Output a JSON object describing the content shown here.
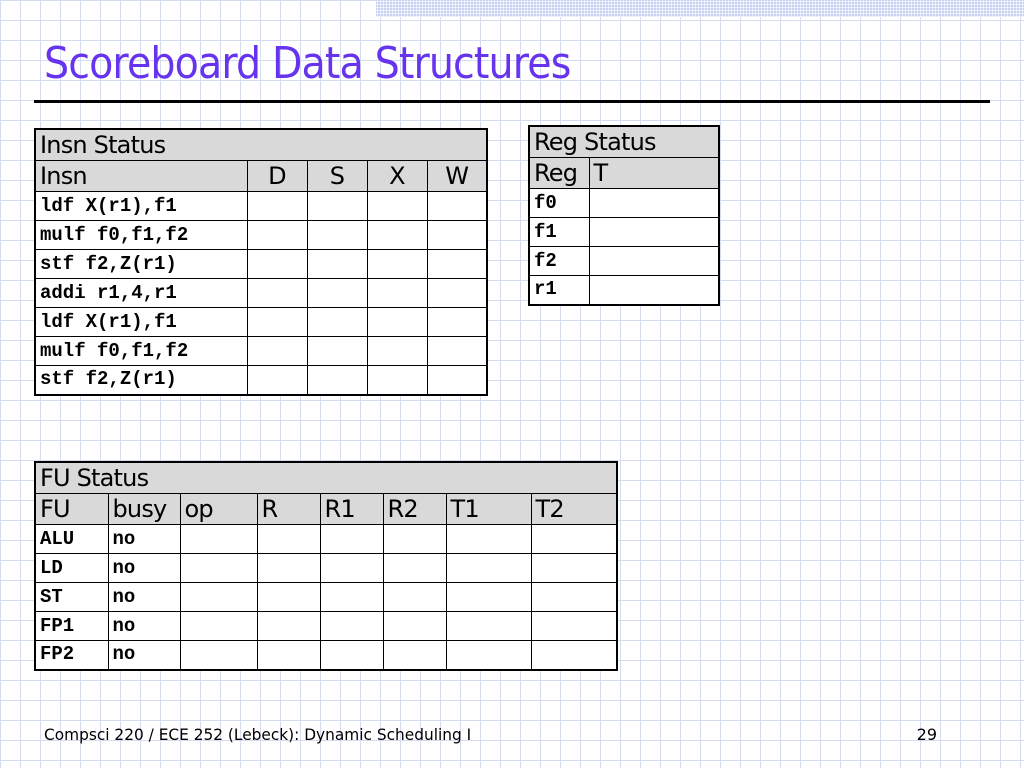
{
  "slide": {
    "title": "Scoreboard Data Structures",
    "footer": "Compsci 220 / ECE 252 (Lebeck): Dynamic Scheduling I",
    "page_number": "29",
    "title_color": "#6633ee"
  },
  "insn_status": {
    "title": "Insn Status",
    "columns": [
      "Insn",
      "D",
      "S",
      "X",
      "W"
    ],
    "rows": [
      {
        "insn": "ldf X(r1),f1",
        "D": "",
        "S": "",
        "X": "",
        "W": ""
      },
      {
        "insn": "mulf f0,f1,f2",
        "D": "",
        "S": "",
        "X": "",
        "W": ""
      },
      {
        "insn": "stf f2,Z(r1)",
        "D": "",
        "S": "",
        "X": "",
        "W": ""
      },
      {
        "insn": "addi r1,4,r1",
        "D": "",
        "S": "",
        "X": "",
        "W": ""
      },
      {
        "insn": "ldf X(r1),f1",
        "D": "",
        "S": "",
        "X": "",
        "W": ""
      },
      {
        "insn": "mulf f0,f1,f2",
        "D": "",
        "S": "",
        "X": "",
        "W": ""
      },
      {
        "insn": "stf f2,Z(r1)",
        "D": "",
        "S": "",
        "X": "",
        "W": ""
      }
    ]
  },
  "reg_status": {
    "title": "Reg Status",
    "columns": [
      "Reg",
      "T"
    ],
    "rows": [
      {
        "reg": "f0",
        "T": ""
      },
      {
        "reg": "f1",
        "T": ""
      },
      {
        "reg": "f2",
        "T": ""
      },
      {
        "reg": "r1",
        "T": ""
      }
    ]
  },
  "fu_status": {
    "title": "FU Status",
    "columns": [
      "FU",
      "busy",
      "op",
      "R",
      "R1",
      "R2",
      "T1",
      "T2"
    ],
    "rows": [
      {
        "FU": "ALU",
        "busy": "no",
        "op": "",
        "R": "",
        "R1": "",
        "R2": "",
        "T1": "",
        "T2": ""
      },
      {
        "FU": "LD",
        "busy": "no",
        "op": "",
        "R": "",
        "R1": "",
        "R2": "",
        "T1": "",
        "T2": ""
      },
      {
        "FU": "ST",
        "busy": "no",
        "op": "",
        "R": "",
        "R1": "",
        "R2": "",
        "T1": "",
        "T2": ""
      },
      {
        "FU": "FP1",
        "busy": "no",
        "op": "",
        "R": "",
        "R1": "",
        "R2": "",
        "T1": "",
        "T2": ""
      },
      {
        "FU": "FP2",
        "busy": "no",
        "op": "",
        "R": "",
        "R1": "",
        "R2": "",
        "T1": "",
        "T2": ""
      }
    ]
  }
}
